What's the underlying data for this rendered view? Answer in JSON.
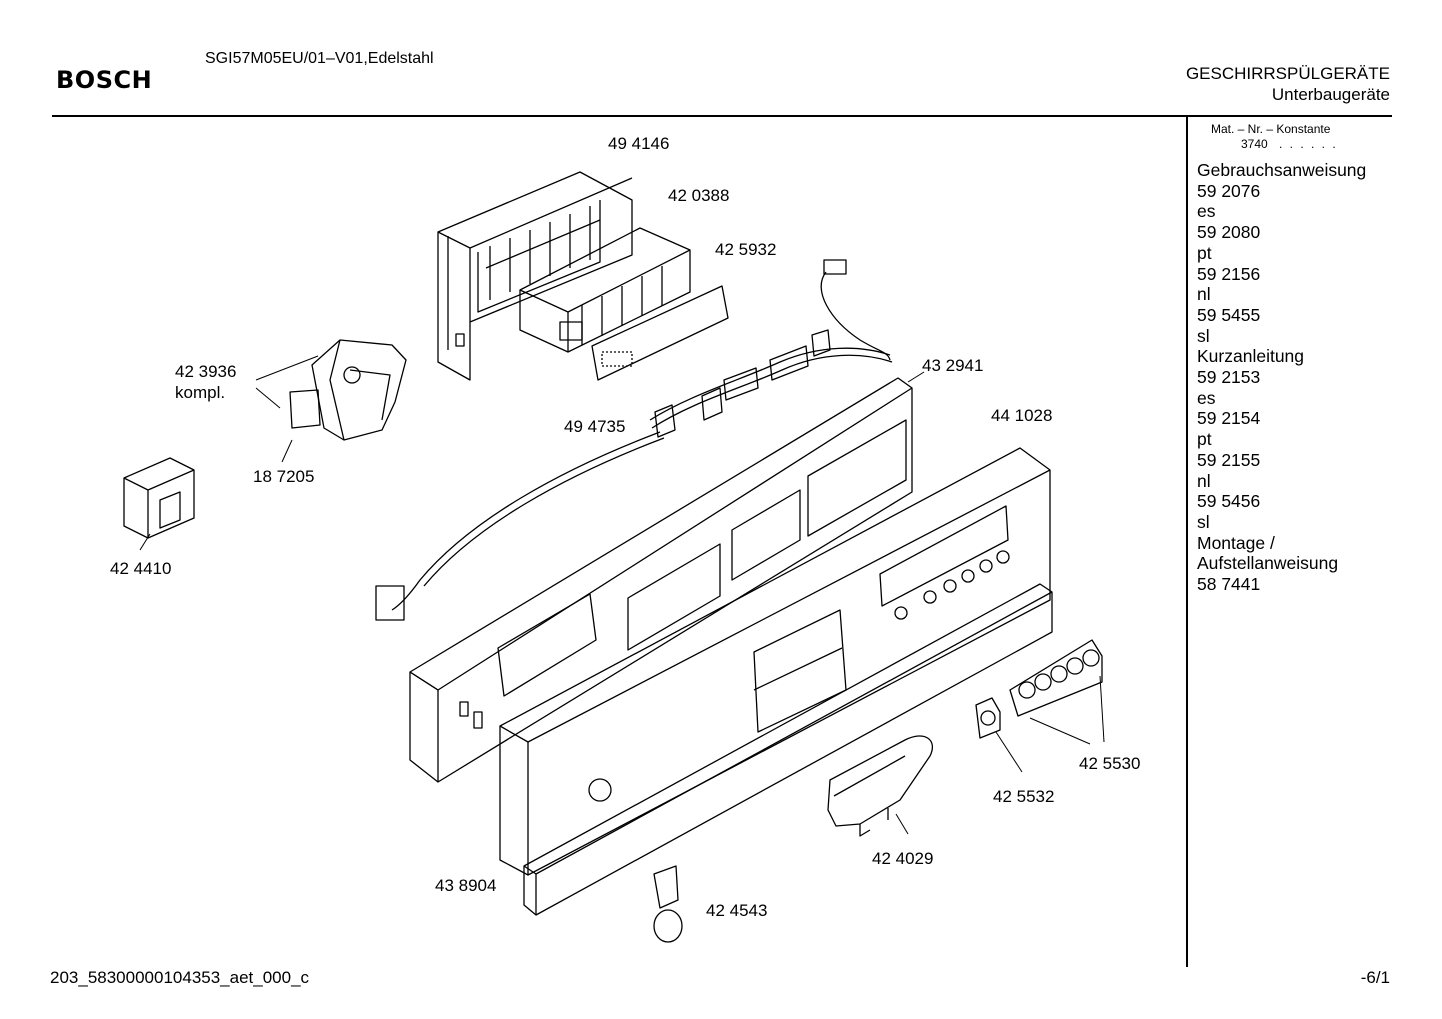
{
  "header": {
    "brand": "BOSCH",
    "model": "SGI57M05EU/01–V01,Edelstahl",
    "category": "GESCHIRRSPÜLGERÄTE",
    "subcategory": "Unterbaugeräte"
  },
  "sidebar": {
    "mat_nr_label": "Mat. – Nr. – Konstante",
    "mat_nr_value": "3740",
    "mat_nr_dots": ". .  . . . .",
    "docs": [
      "Gebrauchsanweisung",
      "59 2076",
      "es",
      "59 2080",
      "pt",
      "59 2156",
      "nl",
      "59 5455",
      "sl",
      "Kurzanleitung",
      "59 2153",
      "es",
      "59 2154",
      "pt",
      "59 2155",
      "nl",
      "59 5456",
      "sl",
      "Montage /",
      "Aufstellanweisung",
      "58 7441"
    ]
  },
  "parts": {
    "p494146": "49 4146",
    "p420388": "42 0388",
    "p425932": "42 5932",
    "p423936": "42 3936",
    "kompl": "kompl.",
    "p187205": "18 7205",
    "p424410": "42 4410",
    "p494735": "49 4735",
    "p432941": "43 2941",
    "p441028": "44 1028",
    "p425530": "42 5530",
    "p425532": "42 5532",
    "p424029": "42 4029",
    "p438904": "43 8904",
    "p424543": "42 4543"
  },
  "footer": {
    "drawing_id": "203_58300000104353_aet_000_c",
    "page": "-6/1"
  }
}
